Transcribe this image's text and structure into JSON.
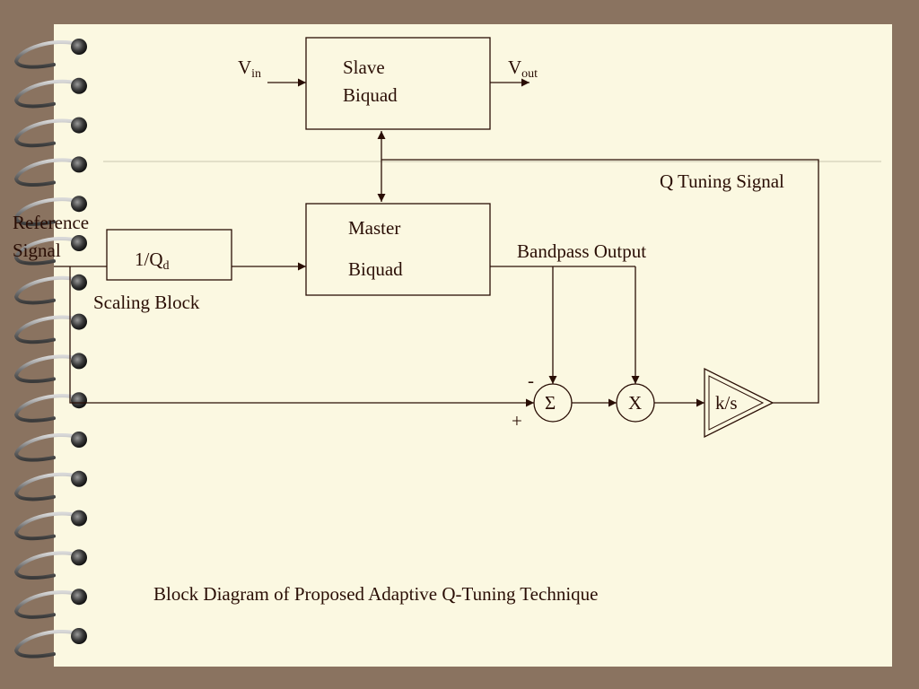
{
  "diagram": {
    "caption": "Block Diagram of Proposed Adaptive Q-Tuning Technique",
    "slave": {
      "line1": "Slave",
      "line2": "Biquad"
    },
    "master": {
      "line1": "Master",
      "line2": "Biquad"
    },
    "vin": {
      "main": "V",
      "sub": "in"
    },
    "vout": {
      "main": "V",
      "sub": "out"
    },
    "q_tuning_signal": "Q Tuning Signal",
    "reference_signal": {
      "line1": "Reference",
      "line2": "Signal"
    },
    "scaling": {
      "main": "1/Q",
      "sub": "d",
      "caption": "Scaling Block"
    },
    "bandpass_output": "Bandpass Output",
    "summer_symbol": "Σ",
    "summer_minus": "-",
    "summer_plus": "+",
    "multiplier_symbol": "X",
    "integrator_label": "k/s"
  },
  "colors": {
    "frame": "#8a7360",
    "paper": "#fbf8e1",
    "ink": "#2a0e05"
  }
}
